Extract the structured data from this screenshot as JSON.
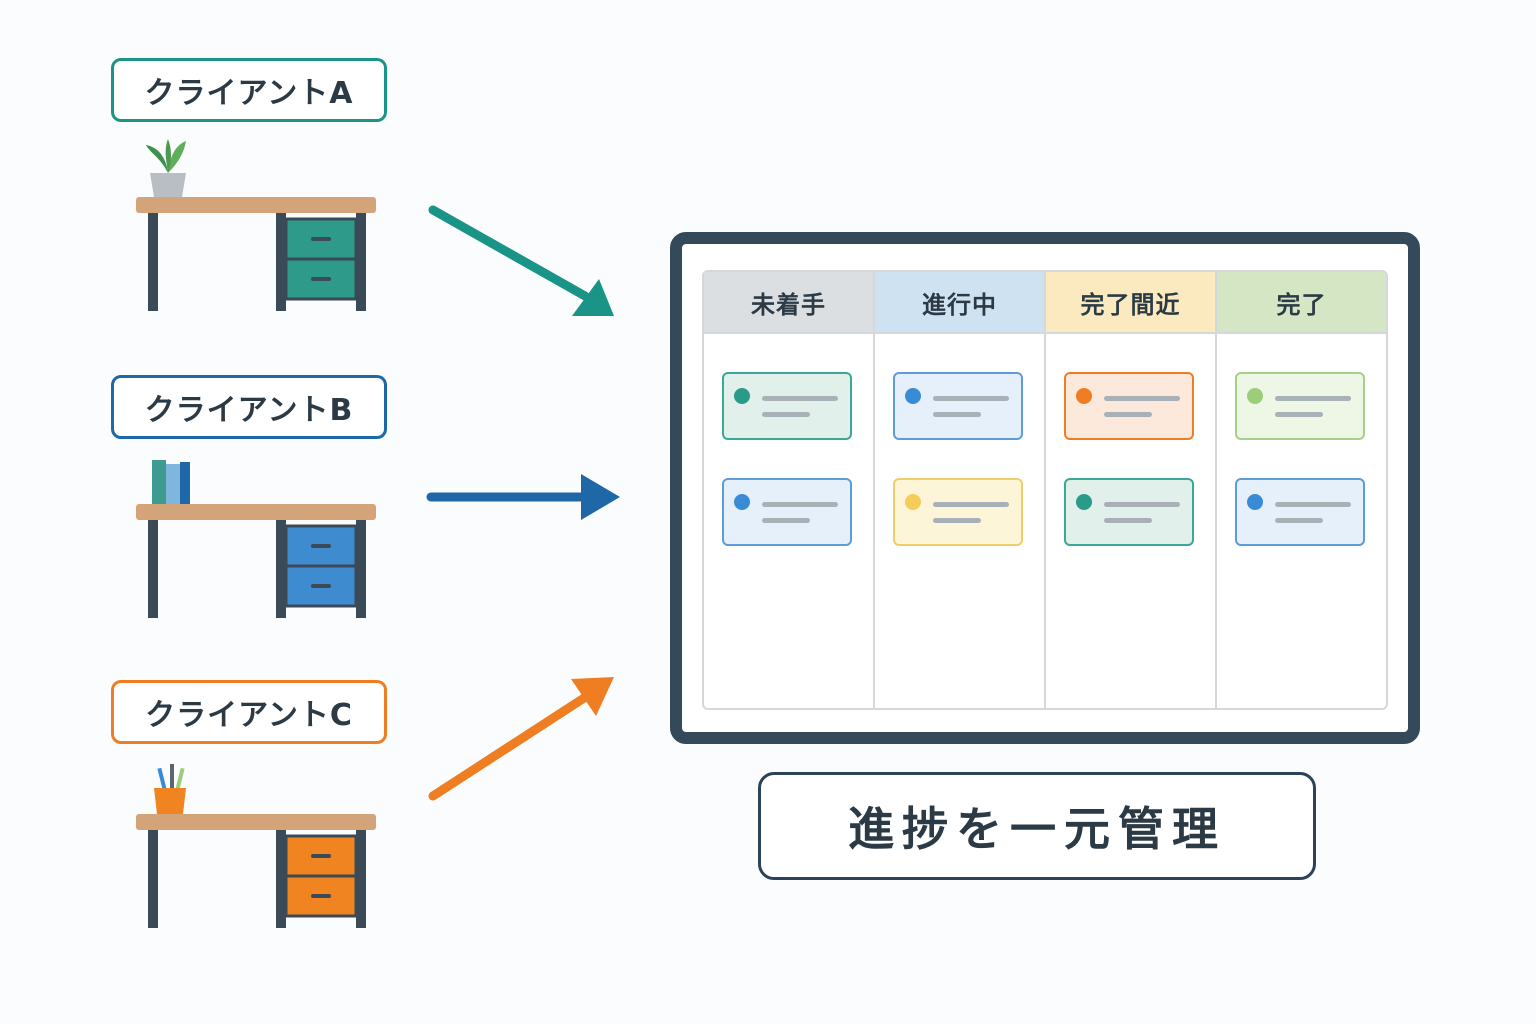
{
  "clients": [
    {
      "label": "クライアントA",
      "color": "#1a9487",
      "drawer_color": "#2e9a8a",
      "desk_item": "plant-icon"
    },
    {
      "label": "クライアントB",
      "color": "#1f68a8",
      "drawer_color": "#3f8bd0",
      "desk_item": "books-icon"
    },
    {
      "label": "クライアントC",
      "color": "#ef7d22",
      "drawer_color": "#ef8421",
      "desk_item": "pencil-cup-icon"
    }
  ],
  "board": {
    "columns": [
      {
        "label": "未着手",
        "header_color": "#dcdfe2"
      },
      {
        "label": "進行中",
        "header_color": "#cfe2f1"
      },
      {
        "label": "完了間近",
        "header_color": "#fbeac0"
      },
      {
        "label": "完了",
        "header_color": "#d5e6c5"
      }
    ],
    "cards": [
      [
        "teal",
        "blue"
      ],
      [
        "blue",
        "yellow"
      ],
      [
        "orange",
        "teal"
      ],
      [
        "green",
        "blue"
      ]
    ],
    "card_colors": {
      "teal": {
        "border": "#3aa898",
        "fill": "#e1f0ea",
        "dot": "#2a9a8a"
      },
      "blue": {
        "border": "#5d9cd8",
        "fill": "#e5f0fb",
        "dot": "#3a8bd6"
      },
      "yellow": {
        "border": "#f0cd68",
        "fill": "#fdf5d8",
        "dot": "#f3cd58"
      },
      "orange": {
        "border": "#ef7d22",
        "fill": "#fde9dc",
        "dot": "#ef7d22"
      },
      "green": {
        "border": "#a8cf88",
        "fill": "#eef6e6",
        "dot": "#9ccd7a"
      }
    }
  },
  "summary": "進捗を一元管理"
}
